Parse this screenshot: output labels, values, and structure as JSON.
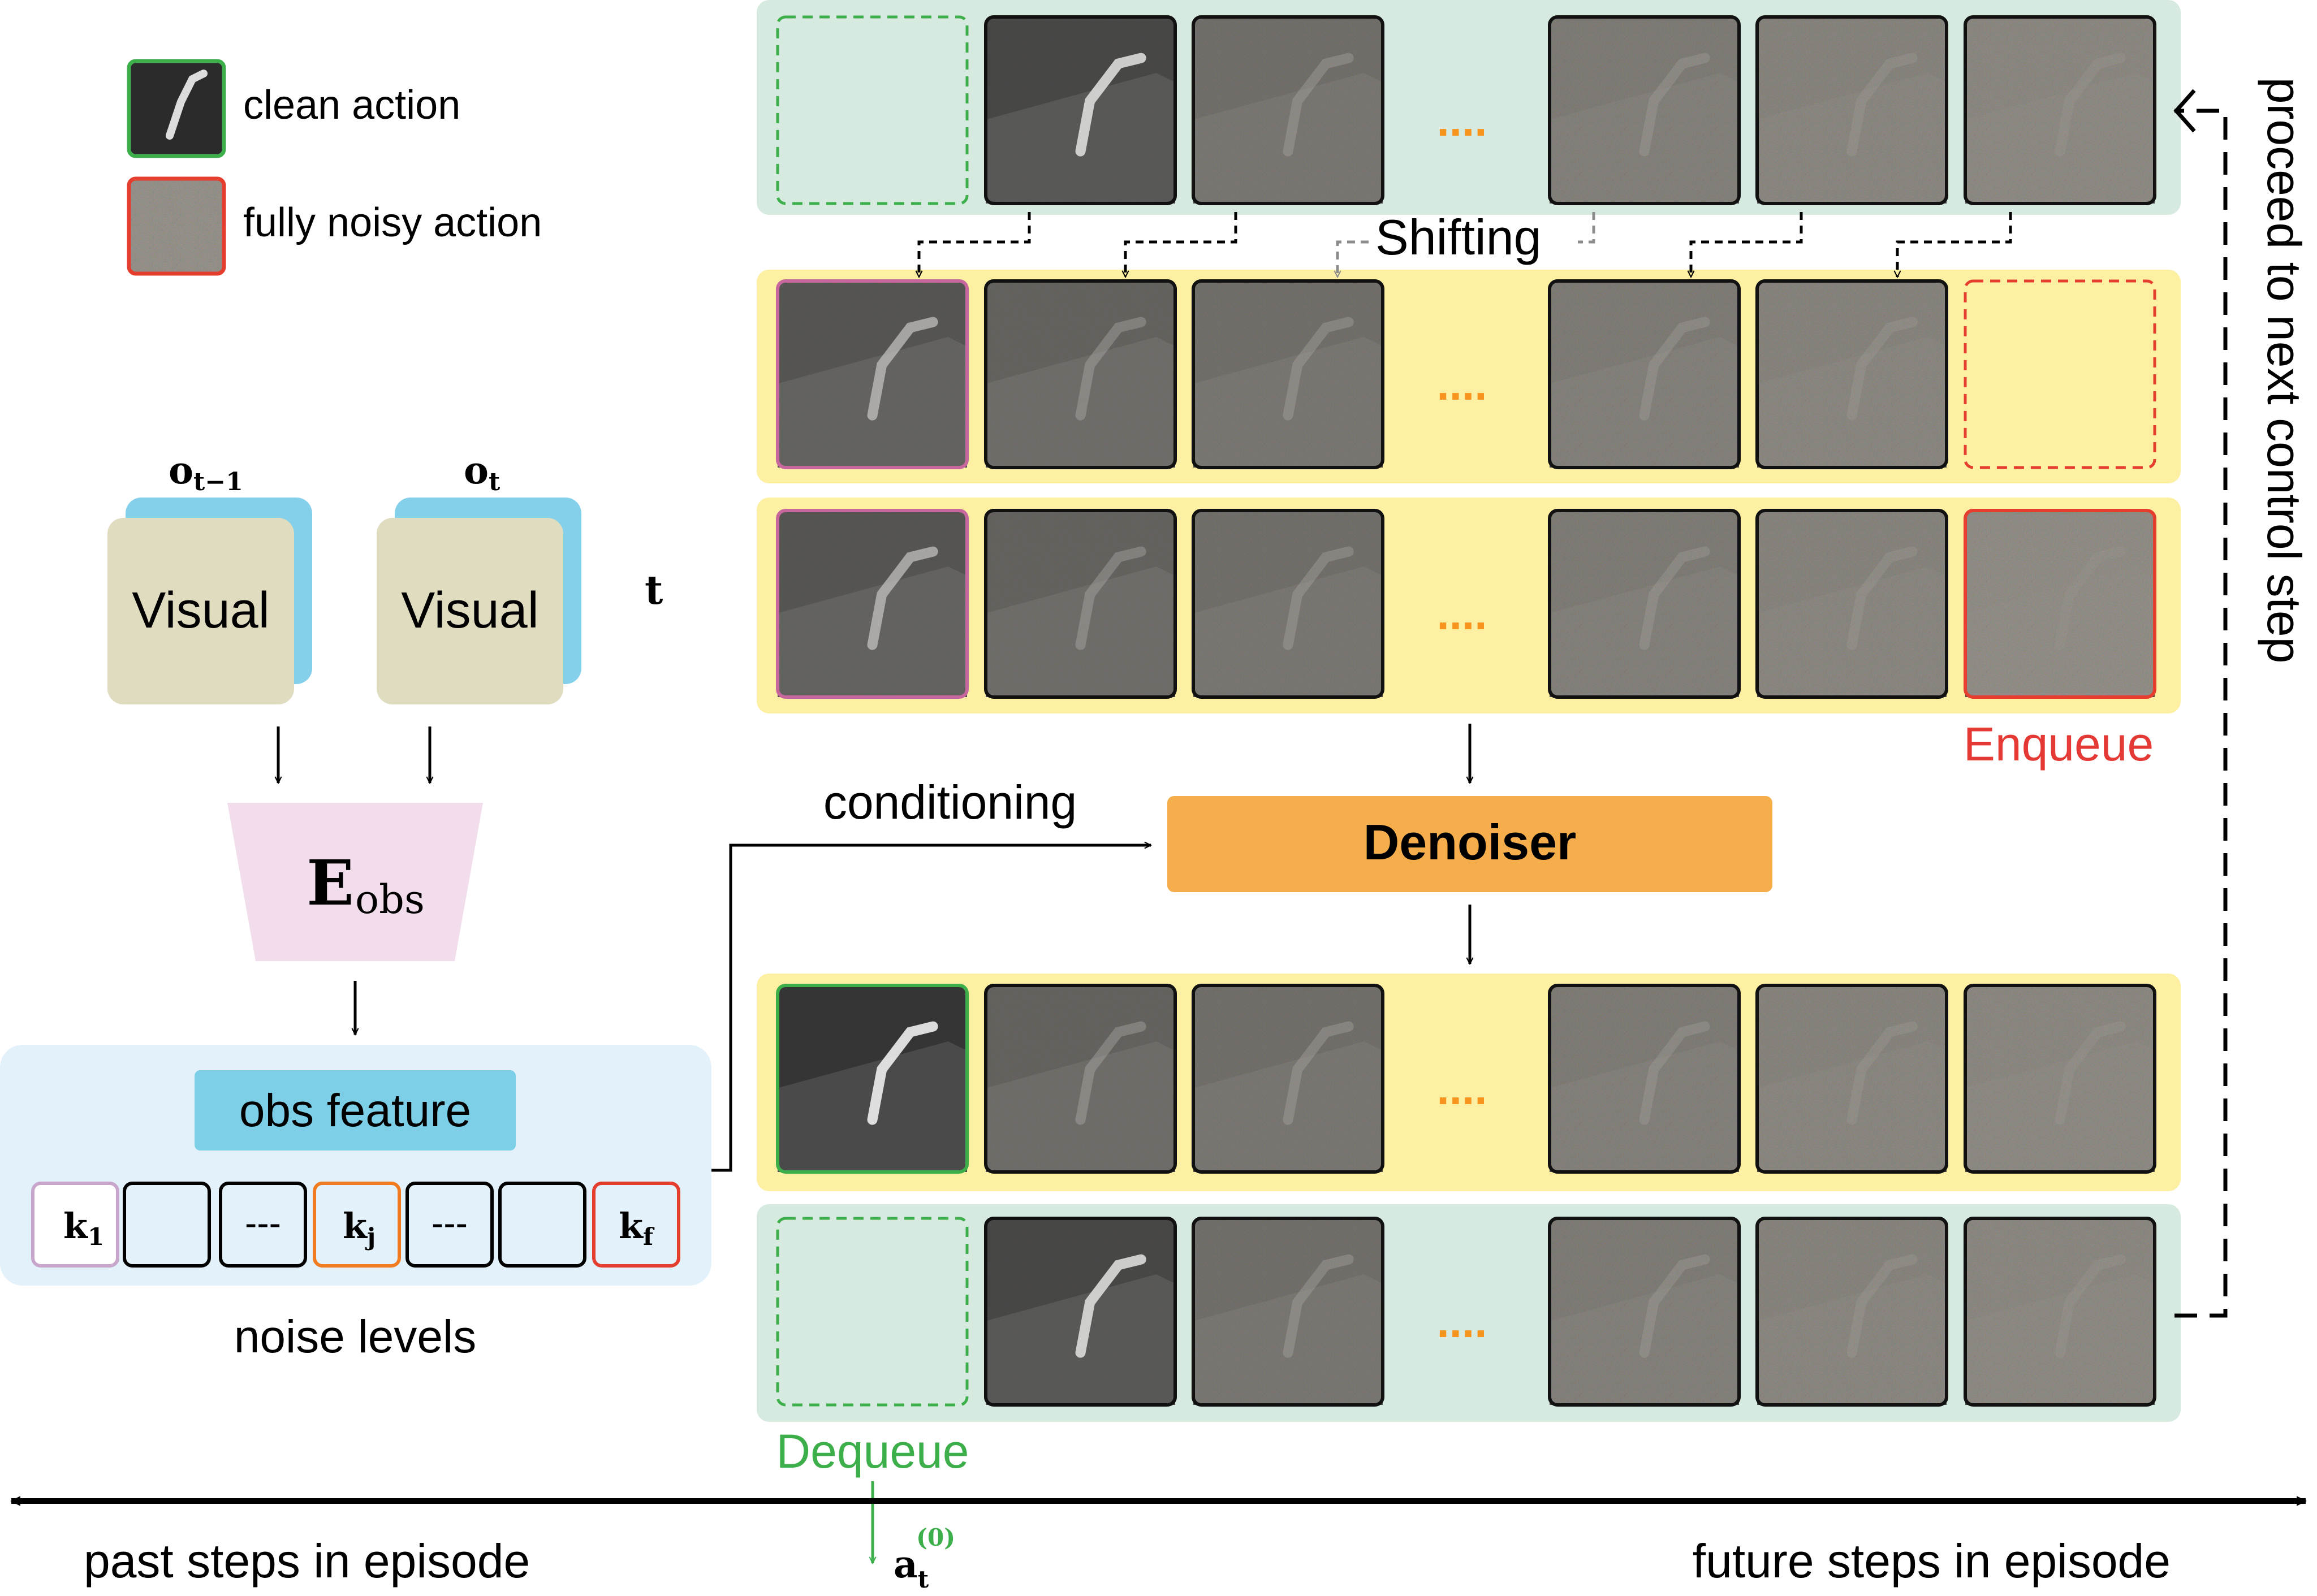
{
  "legend": {
    "clean_label": "clean action",
    "noisy_label": "fully noisy action"
  },
  "observations": {
    "prev_label": "o",
    "prev_sub": "t−1",
    "curr_label": "o",
    "curr_sub": "t",
    "card_text": "Visual",
    "t_label": "t"
  },
  "encoder": {
    "label": "E",
    "sub": "obs"
  },
  "obs_feature": {
    "title": "obs feature",
    "k_first": "k",
    "k_first_sub": "1",
    "k_mid": "k",
    "k_mid_sub": "j",
    "k_last": "k",
    "k_last_sub": "f",
    "dashes": "---"
  },
  "noise_levels_label": "noise levels",
  "conditioning_label": "conditioning",
  "denoiser_label": "Denoiser",
  "shifting_label": "Shifting",
  "enqueue_label": "Enqueue",
  "dequeue_label": "Dequeue",
  "ellipsis": "....",
  "output": {
    "label": "a",
    "sub": "t",
    "sup": "(0)"
  },
  "proceed_label": "proceed to next control step",
  "timeline": {
    "past_label": "past steps in episode",
    "future_label": "future steps in episode"
  },
  "colors": {
    "green_band": "#d6eae0",
    "yellow_band": "#fdf0a3",
    "denoiser": "#f6ae4c",
    "visual_card": "#e0dcc0",
    "visual_back": "#84d0eb",
    "encoder": "#f2ddec",
    "feature_panel": "#e3f1fa",
    "feature_title": "#7ccfe6",
    "clean_border": "#3cae4a",
    "noisy_border": "#e53d2e",
    "first_frame_border": "#c7679d",
    "enqueue_text": "#e53935",
    "dequeue_text": "#3cae4a",
    "ellipsis": "#f7941d"
  }
}
